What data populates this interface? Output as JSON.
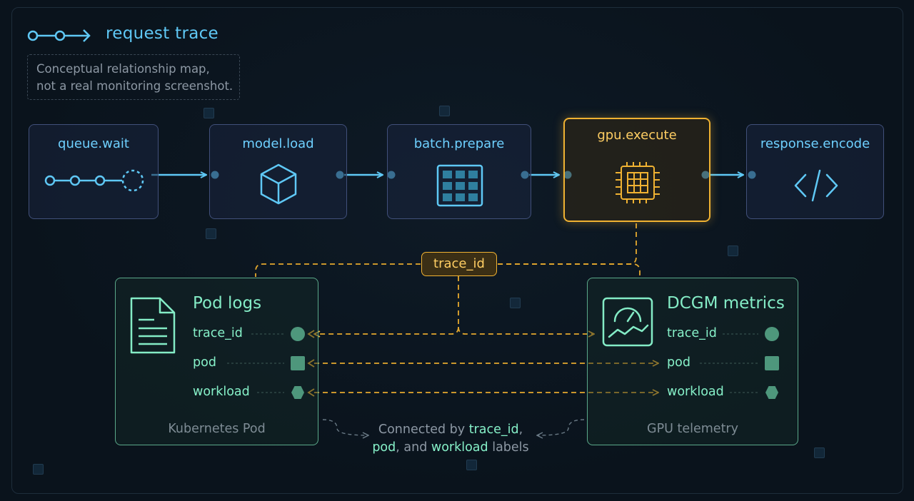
{
  "header": {
    "title": "request trace",
    "icon": "trace-chain-icon",
    "note_lines": [
      "Conceptual relationship map,",
      "not a real monitoring screenshot."
    ]
  },
  "pipeline": {
    "stages": [
      {
        "label": "queue.wait",
        "icon": "queue-dots-icon"
      },
      {
        "label": "model.load",
        "icon": "cube-icon"
      },
      {
        "label": "batch.prepare",
        "icon": "grid-icon"
      },
      {
        "label": "gpu.execute",
        "icon": "chip-icon",
        "highlight": true
      },
      {
        "label": "response.encode",
        "icon": "code-icon"
      }
    ]
  },
  "correlation": {
    "badge": "trace_id",
    "pod_logs": {
      "title": "Pod logs",
      "icon": "document-icon",
      "fields": [
        "trace_id",
        "pod",
        "workload"
      ],
      "footer": "Kubernetes Pod"
    },
    "dcgm_metrics": {
      "title": "DCGM metrics",
      "icon": "gauge-chart-icon",
      "fields": [
        "trace_id",
        "pod",
        "workload"
      ],
      "footer": "GPU telemetry"
    },
    "caption": {
      "prefix": "Connected by",
      "label_1": "trace_id",
      "sep_1": ",",
      "label_2": "pod",
      "sep_2": ", and",
      "label_3": "workload",
      "suffix": "labels"
    }
  },
  "colors": {
    "flow": "#5fc8f5",
    "highlight": "#f0b232",
    "telemetry": "#84ecc6",
    "background": "#0a131c"
  }
}
